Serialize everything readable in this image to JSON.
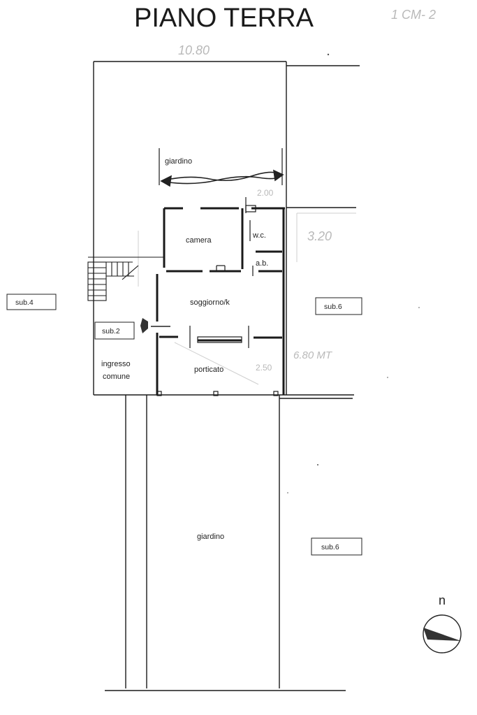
{
  "title": "PIANO TERRA",
  "rooms": {
    "giardino_top": "giardino",
    "camera": "camera",
    "wc": "w.c.",
    "ab": "a.b.",
    "soggiorno": "soggiorno/k",
    "porticato": "porticato",
    "ingresso_1": "ingresso",
    "ingresso_2": "comune",
    "giardino_bottom": "giardino"
  },
  "subs": {
    "sub4": "sub.4",
    "sub2": "sub.2",
    "sub6_top": "sub.6",
    "sub6_bottom": "sub.6"
  },
  "compass": {
    "label": "n"
  },
  "pencil_notes": {
    "top_right": "1 CM- 2",
    "top_dim": "10.80",
    "dim_a": "2.00",
    "dim_b": "3.20",
    "dim_c": "6.80 MT",
    "dim_d": "2.50"
  }
}
